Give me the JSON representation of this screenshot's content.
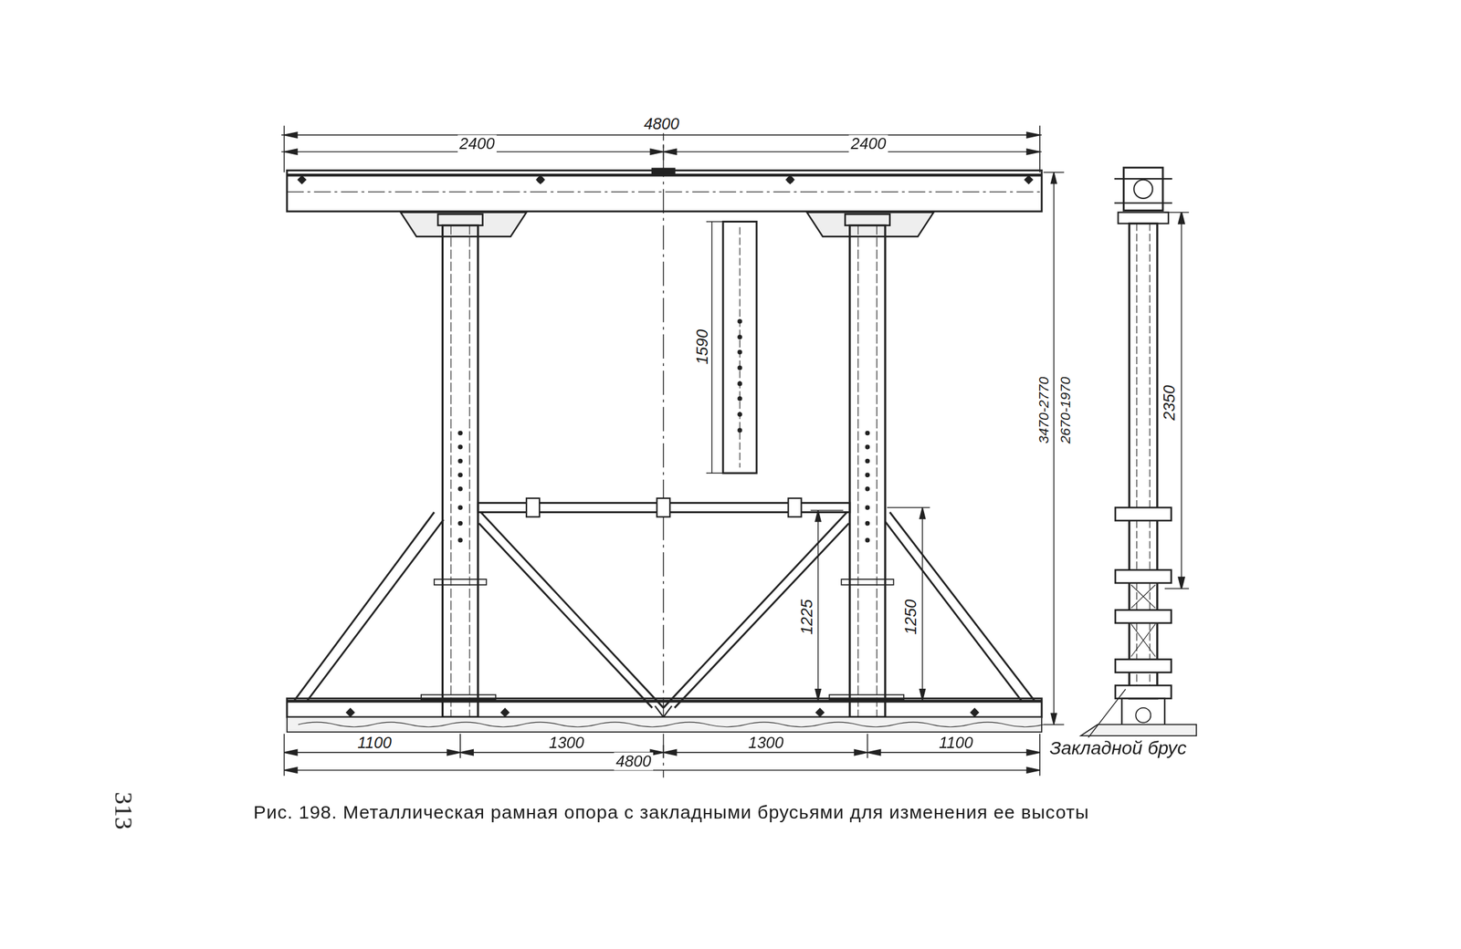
{
  "diagram": {
    "caption": "Рис. 198. Металлическая рамная опора с закладными брусьями для изменения ее высоты",
    "labels": [
      "4800",
      "2400",
      "2400",
      "1590",
      "3470-2770",
      "2670-1970",
      "2350",
      "1225",
      "1250",
      "1100",
      "1300",
      "1300",
      "1100",
      "4800",
      "Закладной брус",
      "313"
    ]
  }
}
